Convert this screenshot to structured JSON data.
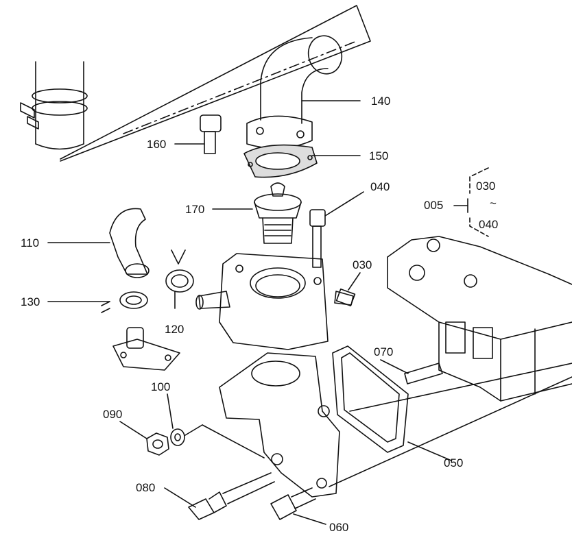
{
  "callouts": [
    {
      "id": "c140",
      "text": "140"
    },
    {
      "id": "c150",
      "text": "150"
    },
    {
      "id": "c160",
      "text": "160"
    },
    {
      "id": "c040",
      "text": "040"
    },
    {
      "id": "c170",
      "text": "170"
    },
    {
      "id": "c005",
      "text": "005"
    },
    {
      "id": "c030a",
      "text": "030"
    },
    {
      "id": "c040b",
      "text": "040"
    },
    {
      "id": "c110",
      "text": "110"
    },
    {
      "id": "c030",
      "text": "030"
    },
    {
      "id": "c130",
      "text": "130"
    },
    {
      "id": "c120",
      "text": "120"
    },
    {
      "id": "c070",
      "text": "070"
    },
    {
      "id": "c100",
      "text": "100"
    },
    {
      "id": "c090",
      "text": "090"
    },
    {
      "id": "c050",
      "text": "050"
    },
    {
      "id": "c080",
      "text": "080"
    },
    {
      "id": "c060",
      "text": "060"
    }
  ],
  "range_symbol": "~"
}
